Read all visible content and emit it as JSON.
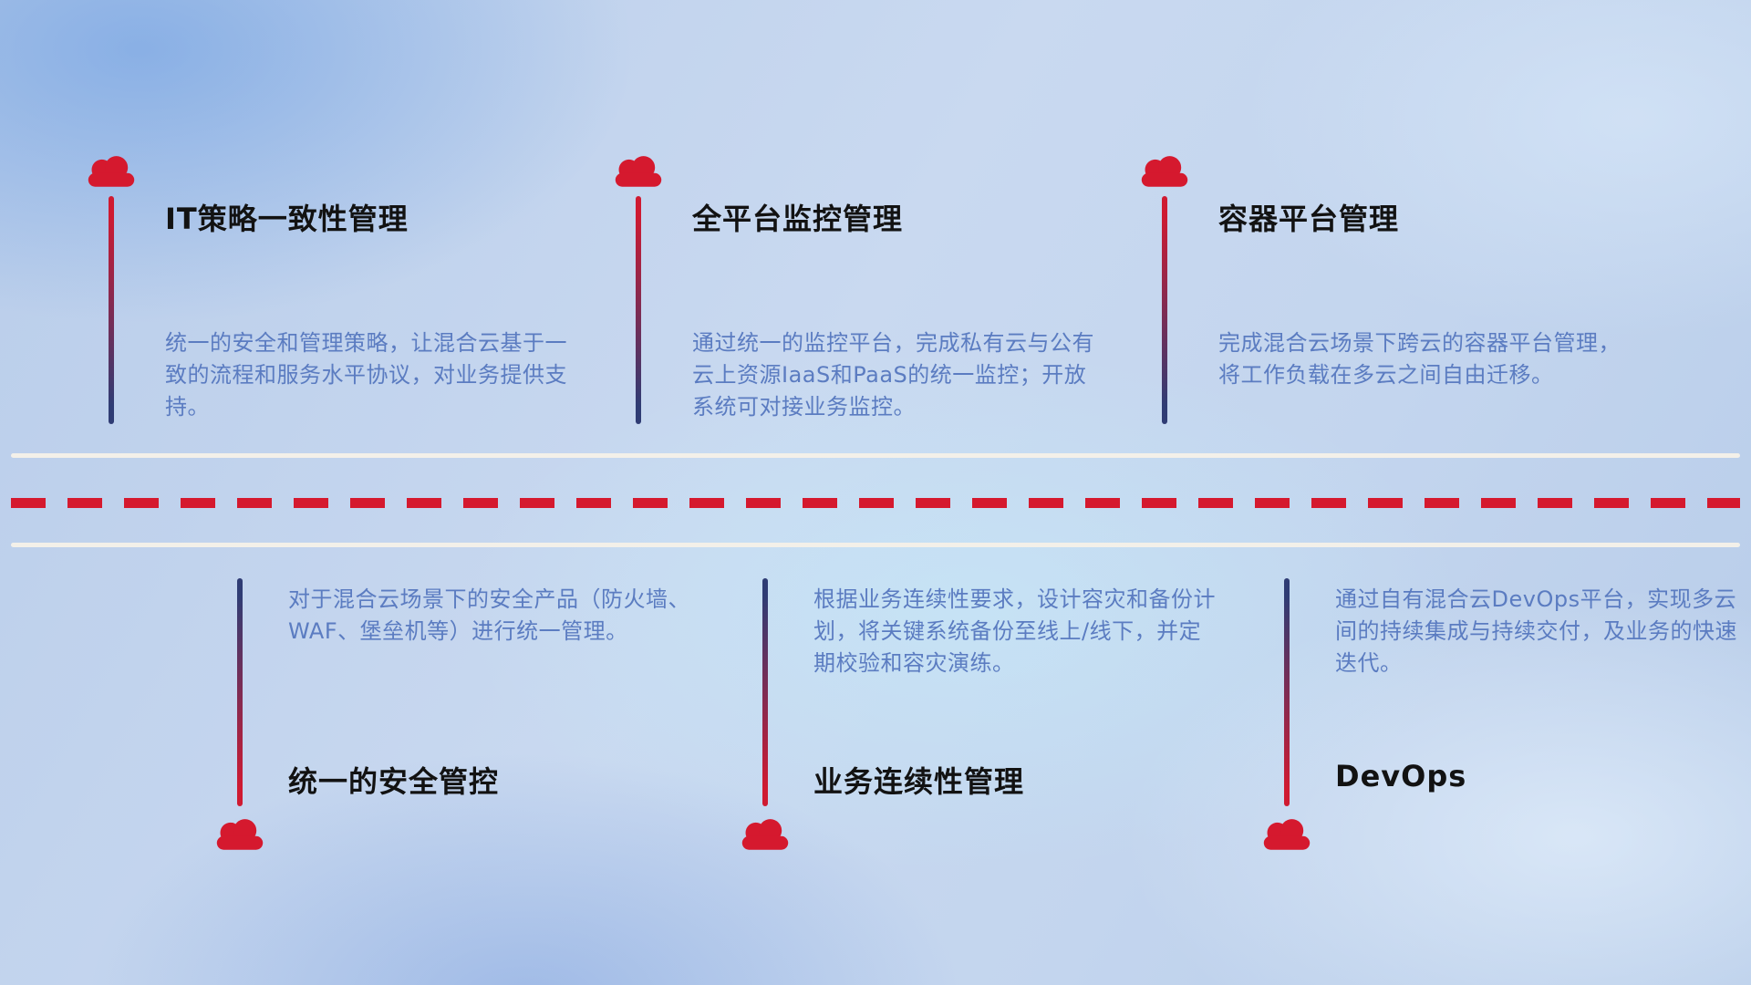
{
  "top_items": [
    {
      "title": "IT策略一致性管理",
      "description": "统一的安全和管理策略，让混合云基于一致的流程和服务水平协议，对业务提供支持。"
    },
    {
      "title": "全平台监控管理",
      "description": "通过统一的监控平台，完成私有云与公有云上资源IaaS和PaaS的统一监控；开放系统可对接业务监控。"
    },
    {
      "title": "容器平台管理",
      "description": "完成混合云场景下跨云的容器平台管理，将工作负载在多云之间自由迁移。"
    }
  ],
  "bottom_items": [
    {
      "title": "统一的安全管控",
      "description": "对于混合云场景下的安全产品（防火墙、WAF、堡垒机等）进行统一管理。"
    },
    {
      "title": "业务连续性管理",
      "description": "根据业务连续性要求，设计容灾和备份计划，将关键系统备份至线上/线下，并定期校验和容灾演练。"
    },
    {
      "title": "DevOps",
      "description": "通过自有混合云DevOps平台，实现多云间的持续集成与持续交付，及业务的快速迭代。"
    }
  ],
  "colors": {
    "cloud_red": "#d5192e",
    "line_red": "#cf1a31",
    "line_navy": "#2f3c74",
    "dash_red": "#d5192e",
    "title_color": "#121212",
    "desc_color": "#5b7cc1",
    "white_line": "#f3f0e9"
  }
}
